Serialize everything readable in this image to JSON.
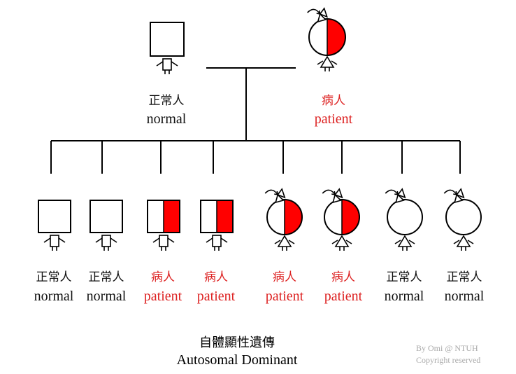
{
  "colors": {
    "affected": "#ff0000",
    "line": "#000000",
    "text_normal": "#111111",
    "text_patient": "#dd2222",
    "credit": "#aaaaaa"
  },
  "parents": [
    {
      "sex": "male",
      "status": "normal",
      "label_zh": "正常人",
      "label_en": "normal"
    },
    {
      "sex": "female",
      "status": "affected",
      "label_zh": "病人",
      "label_en": "patient"
    }
  ],
  "children": [
    {
      "sex": "male",
      "status": "normal",
      "label_zh": "正常人",
      "label_en": "normal"
    },
    {
      "sex": "male",
      "status": "normal",
      "label_zh": "正常人",
      "label_en": "normal"
    },
    {
      "sex": "male",
      "status": "affected",
      "label_zh": "病人",
      "label_en": "patient"
    },
    {
      "sex": "male",
      "status": "affected",
      "label_zh": "病人",
      "label_en": "patient"
    },
    {
      "sex": "female",
      "status": "affected",
      "label_zh": "病人",
      "label_en": "patient"
    },
    {
      "sex": "female",
      "status": "affected",
      "label_zh": "病人",
      "label_en": "patient"
    },
    {
      "sex": "female",
      "status": "normal",
      "label_zh": "正常人",
      "label_en": "normal"
    },
    {
      "sex": "female",
      "status": "normal",
      "label_zh": "正常人",
      "label_en": "normal"
    }
  ],
  "title": {
    "zh": "自體顯性遺傳",
    "en": "Autosomal Dominant"
  },
  "credit": {
    "line1": "By Omi @ NTUH",
    "line2": "Copyright reserved"
  }
}
